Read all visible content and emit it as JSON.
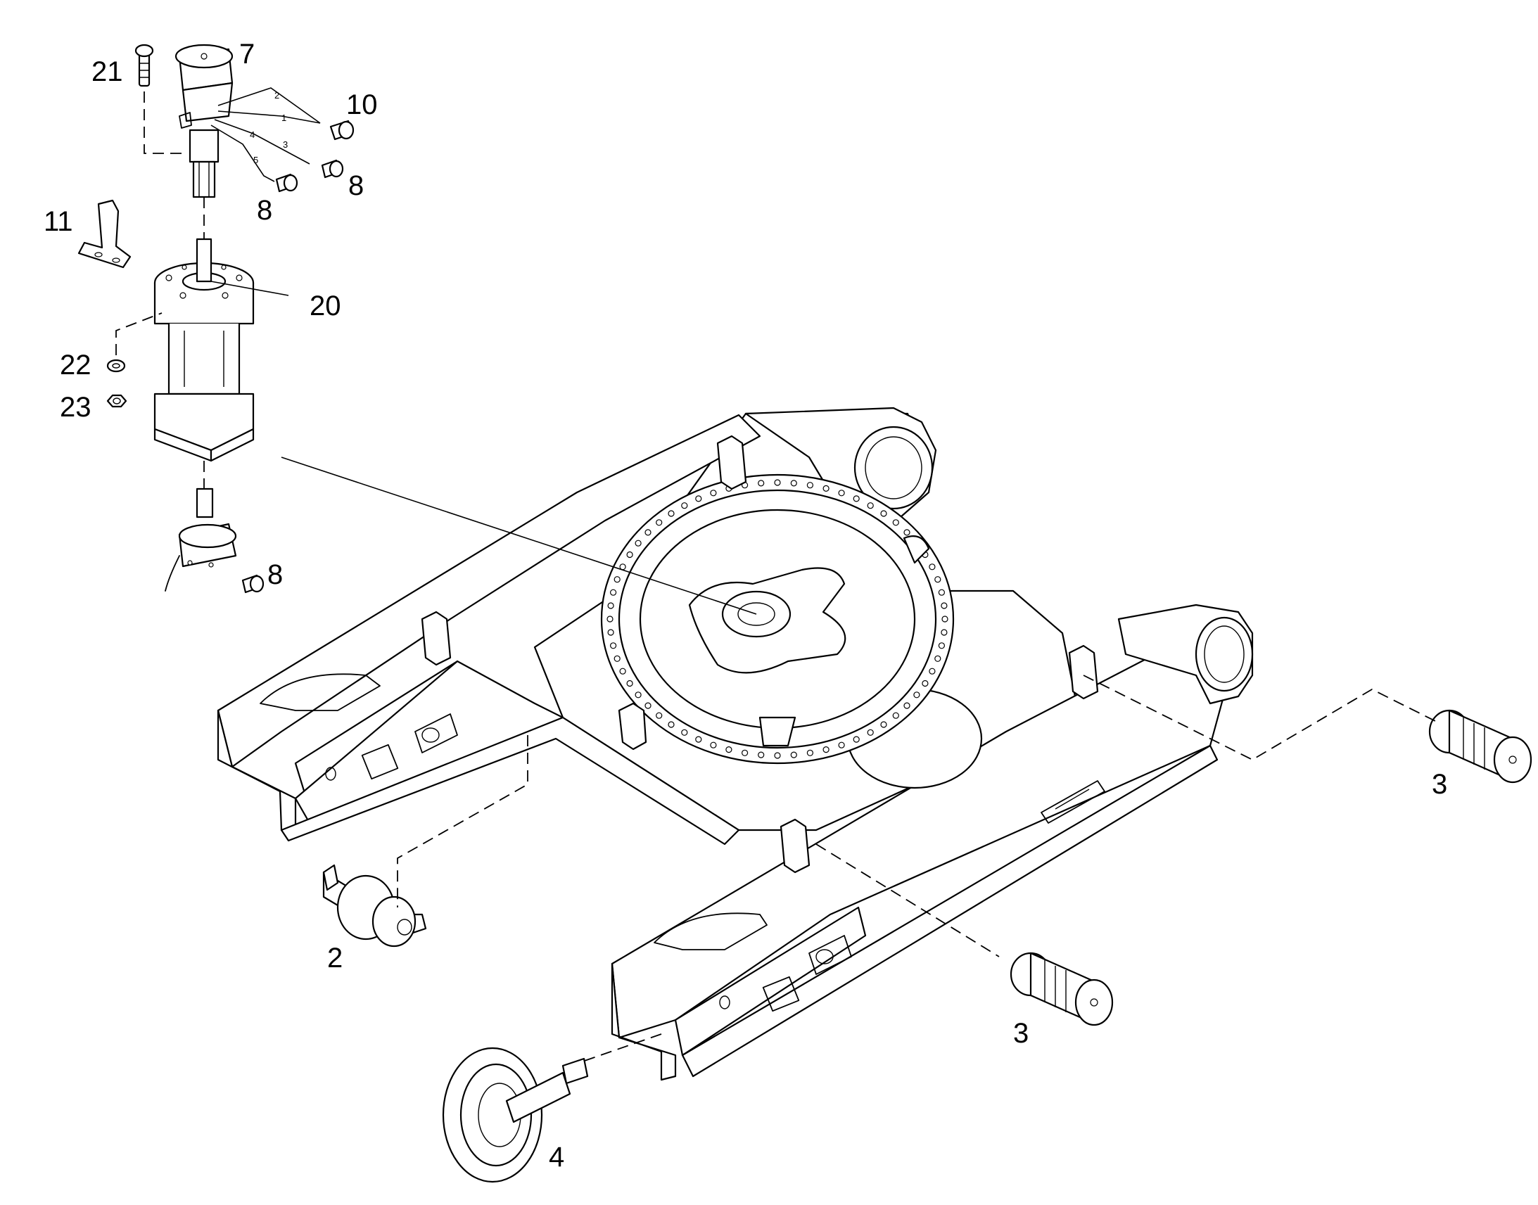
{
  "callouts": {
    "c21": "21",
    "c7": "7",
    "c10": "10",
    "c8a": "8",
    "c8b": "8",
    "c8c": "8",
    "c11": "11",
    "c20": "20",
    "c22": "22",
    "c23": "23",
    "c2": "2",
    "c3a": "3",
    "c3b": "3",
    "c4": "4"
  },
  "wire_numbers": {
    "w2": "2",
    "w1": "1",
    "w4": "4",
    "w3": "3",
    "w5": "5"
  },
  "colors": {
    "line": "#000000",
    "background": "#ffffff"
  }
}
